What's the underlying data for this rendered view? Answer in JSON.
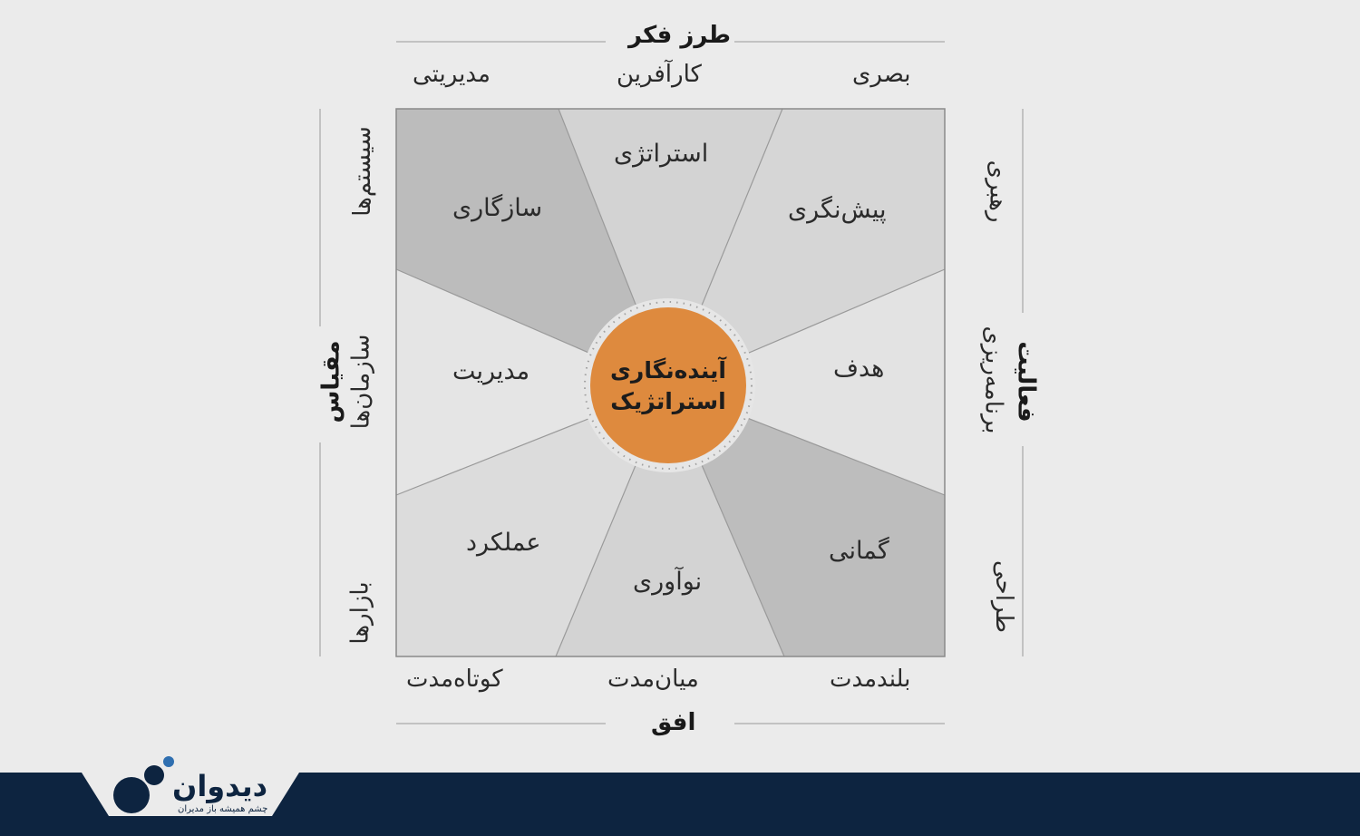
{
  "axes": {
    "top": {
      "title": "طرز فکر",
      "items": [
        "مدیریتی",
        "کارآفرین",
        "بصری"
      ]
    },
    "bottom": {
      "title": "افق",
      "items": [
        "کوتاه‌مدت",
        "میان‌مدت",
        "بلندمدت"
      ]
    },
    "left": {
      "title": "مقیاس",
      "items": [
        "سیستم‌ها",
        "سازمان‌ها",
        "بازارها"
      ]
    },
    "right": {
      "title": "فعالیت",
      "items": [
        "رهبری",
        "برنامه‌ریزی",
        "طراحی"
      ]
    }
  },
  "segments": {
    "top_left": "سازگاری",
    "top_center": "استراتژی",
    "top_right": "پیش‌نگری",
    "right_center": "هدف",
    "bottom_right": "گمانی",
    "bottom_center": "نوآوری",
    "bottom_left": "عملکرد",
    "left_center": "مدیریت"
  },
  "center": {
    "line1": "آینده‌نگاری",
    "line2": "استراتژیک"
  },
  "footer": {
    "brand": "دیدوان",
    "tagline": "چشم همیشه باز مدیران"
  },
  "colors": {
    "center": "#de8a3e",
    "footer": "#0d2440",
    "dark_segment": "#bcbcbc",
    "mid_segment": "#d3d3d3",
    "light_segment": "#e3e3e3"
  }
}
